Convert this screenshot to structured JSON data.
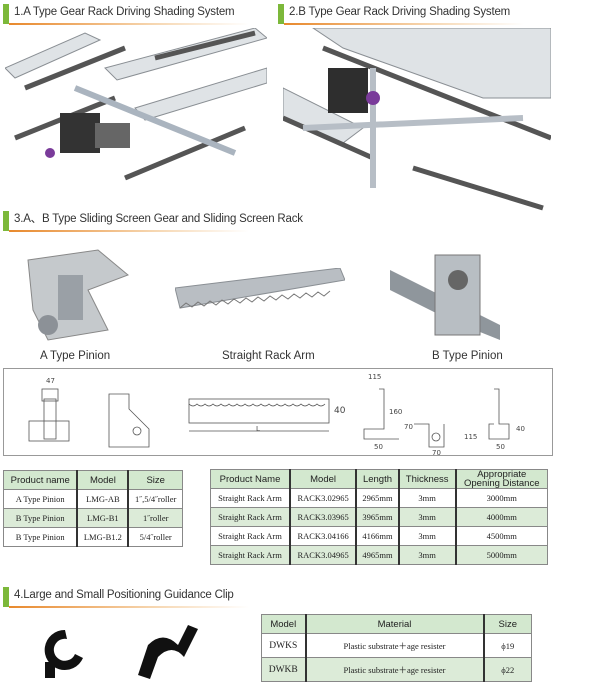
{
  "sections": {
    "s1": "1.A Type Gear Rack Driving Shading System",
    "s2": "2.B Type Gear Rack Driving Shading System",
    "s3": "3.A、B Type Sliding Screen Gear and Sliding Screen Rack",
    "s4": "4.Large and Small Positioning Guidance Clip"
  },
  "captions": {
    "a": "A Type Pinion",
    "rack": "Straight Rack Arm",
    "b": "B Type Pinion"
  },
  "drawing_dims": [
    "47",
    "115",
    "160",
    "70",
    "115",
    "70",
    "50",
    "50",
    "40",
    "40",
    "L"
  ],
  "pinion_table": {
    "headers": [
      "Product name",
      "Model",
      "Size"
    ],
    "rows": [
      [
        "A Type Pinion",
        "LMG-AB",
        "1˝,5/4˝roller"
      ],
      [
        "B Type Pinion",
        "LMG-B1",
        "1˝roller"
      ],
      [
        "B Type Pinion",
        "LMG-B1.2",
        "5/4˝roller"
      ]
    ]
  },
  "rack_table": {
    "headers": [
      "Product Name",
      "Model",
      "Length",
      "Thickness",
      "Appropriate Opening Distance"
    ],
    "rows": [
      [
        "Straight Rack Arm",
        "RACK3.02965",
        "2965mm",
        "3mm",
        "3000mm"
      ],
      [
        "Straight Rack Arm",
        "RACK3.03965",
        "3965mm",
        "3mm",
        "4000mm"
      ],
      [
        "Straight Rack Arm",
        "RACK3.04166",
        "4166mm",
        "3mm",
        "4500mm"
      ],
      [
        "Straight Rack Arm",
        "RACK3.04965",
        "4965mm",
        "3mm",
        "5000mm"
      ]
    ]
  },
  "clip_table": {
    "headers": [
      "Model",
      "Material",
      "Size"
    ],
    "rows": [
      [
        "DWKS",
        "Plastic substrate＋age resister",
        "ϕ19"
      ],
      [
        "DWKB",
        "Plastic substrate＋age resister",
        "ϕ22"
      ]
    ]
  }
}
